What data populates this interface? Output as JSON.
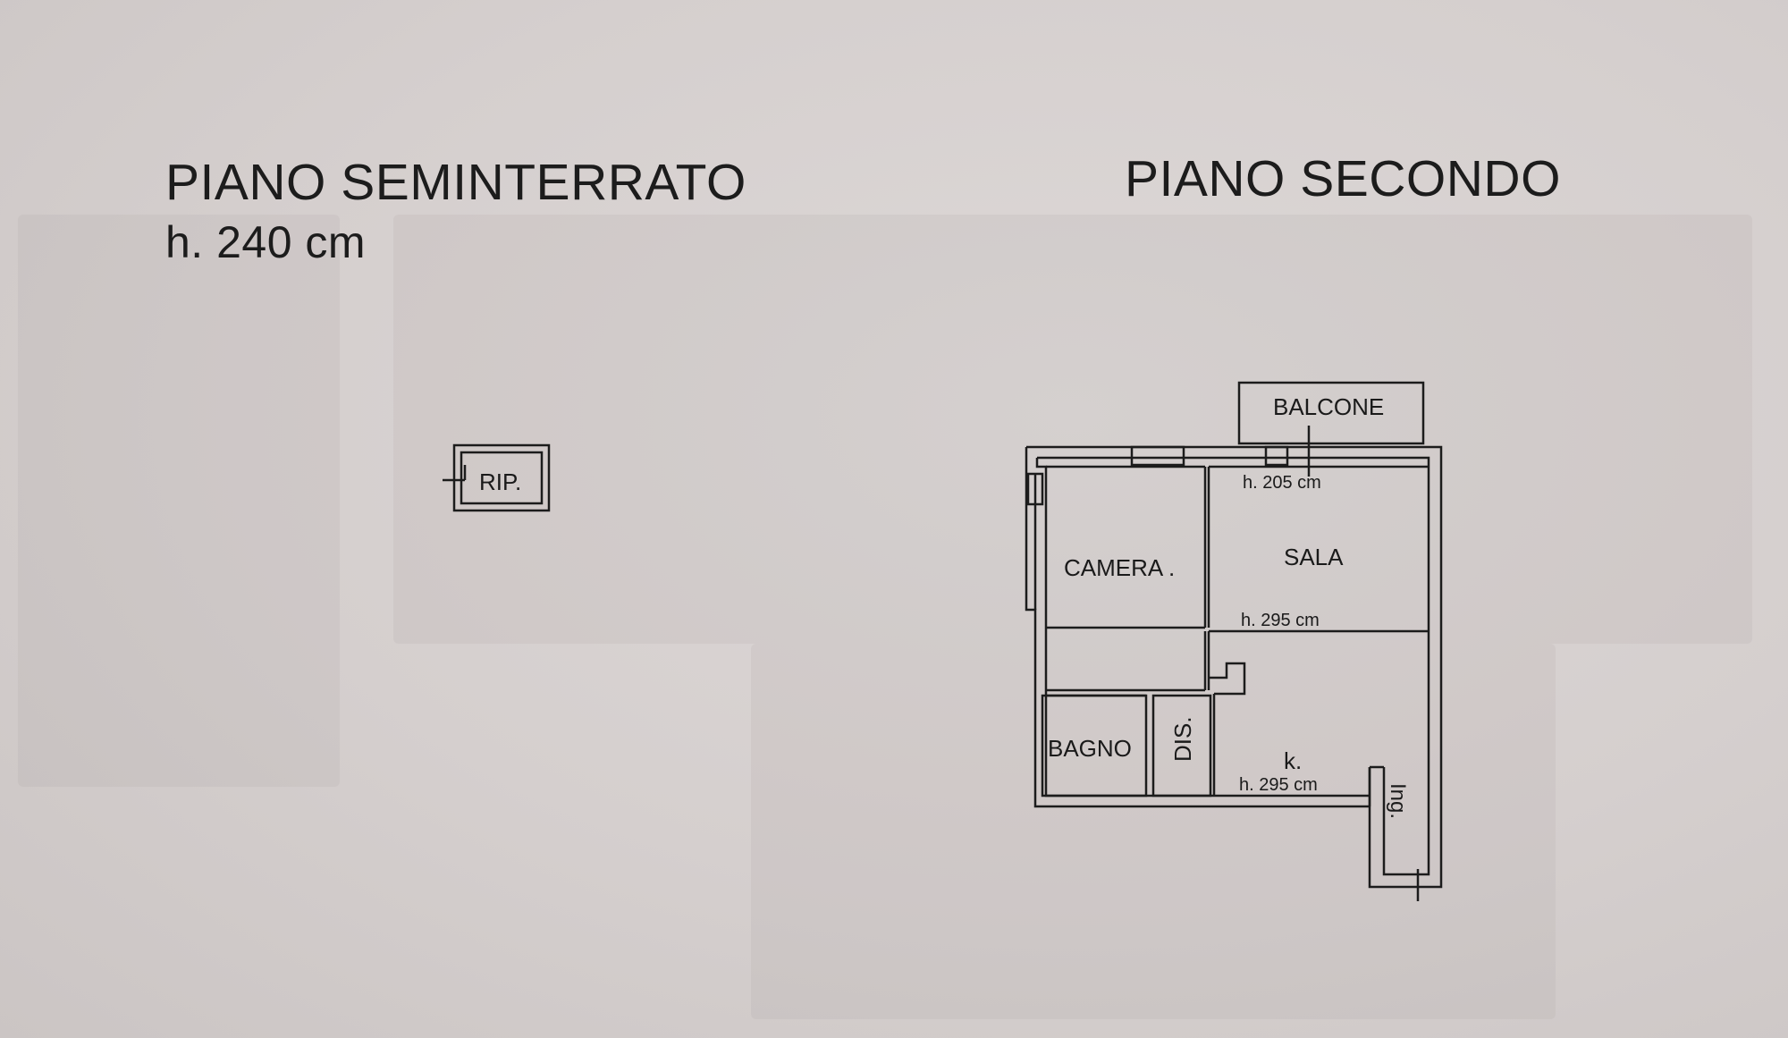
{
  "basement": {
    "title": "PIANO SEMINTERRATO",
    "height_label": "h. 240 cm",
    "rooms": {
      "storage": "RIP."
    }
  },
  "second_floor": {
    "title": "PIANO SECONDO",
    "rooms": {
      "balcony": "BALCONE",
      "bedroom": "CAMERA .",
      "living": "SALA",
      "bathroom": "BAGNO",
      "closet": "DIS.",
      "kitchen": "k.",
      "entrance": "Ing."
    },
    "heights": {
      "balcony_side": "h. 205 cm",
      "living": "h. 295 cm",
      "kitchen": "h. 295 cm"
    }
  },
  "colors": {
    "paper": "#d8d3d2",
    "ink": "#1c1c1c"
  }
}
